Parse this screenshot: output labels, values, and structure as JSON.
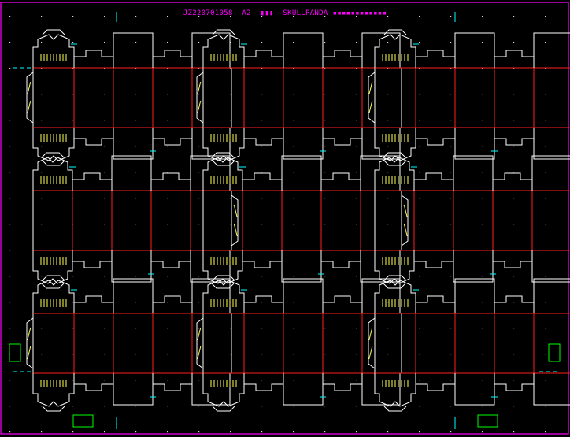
{
  "drawing": {
    "title_code": "JZ220701058",
    "title_size": "A2",
    "title_marker": "▮▮▮",
    "title_product": "SKULLPANDA",
    "title_tail": "▪▪▪▪▪▪▪▪▪▪▪▪",
    "colors": {
      "background": "#000000",
      "cut_line": "#ffffff",
      "crease_line": "#ff2020",
      "perforation": "#ffff55",
      "registration": "#00ffff",
      "frame": "#ff00ff",
      "marker_box": "#00ff00",
      "dots": "#dcdcdc"
    },
    "layout": {
      "rows": 3,
      "columns": 3,
      "dielines": 9
    }
  }
}
